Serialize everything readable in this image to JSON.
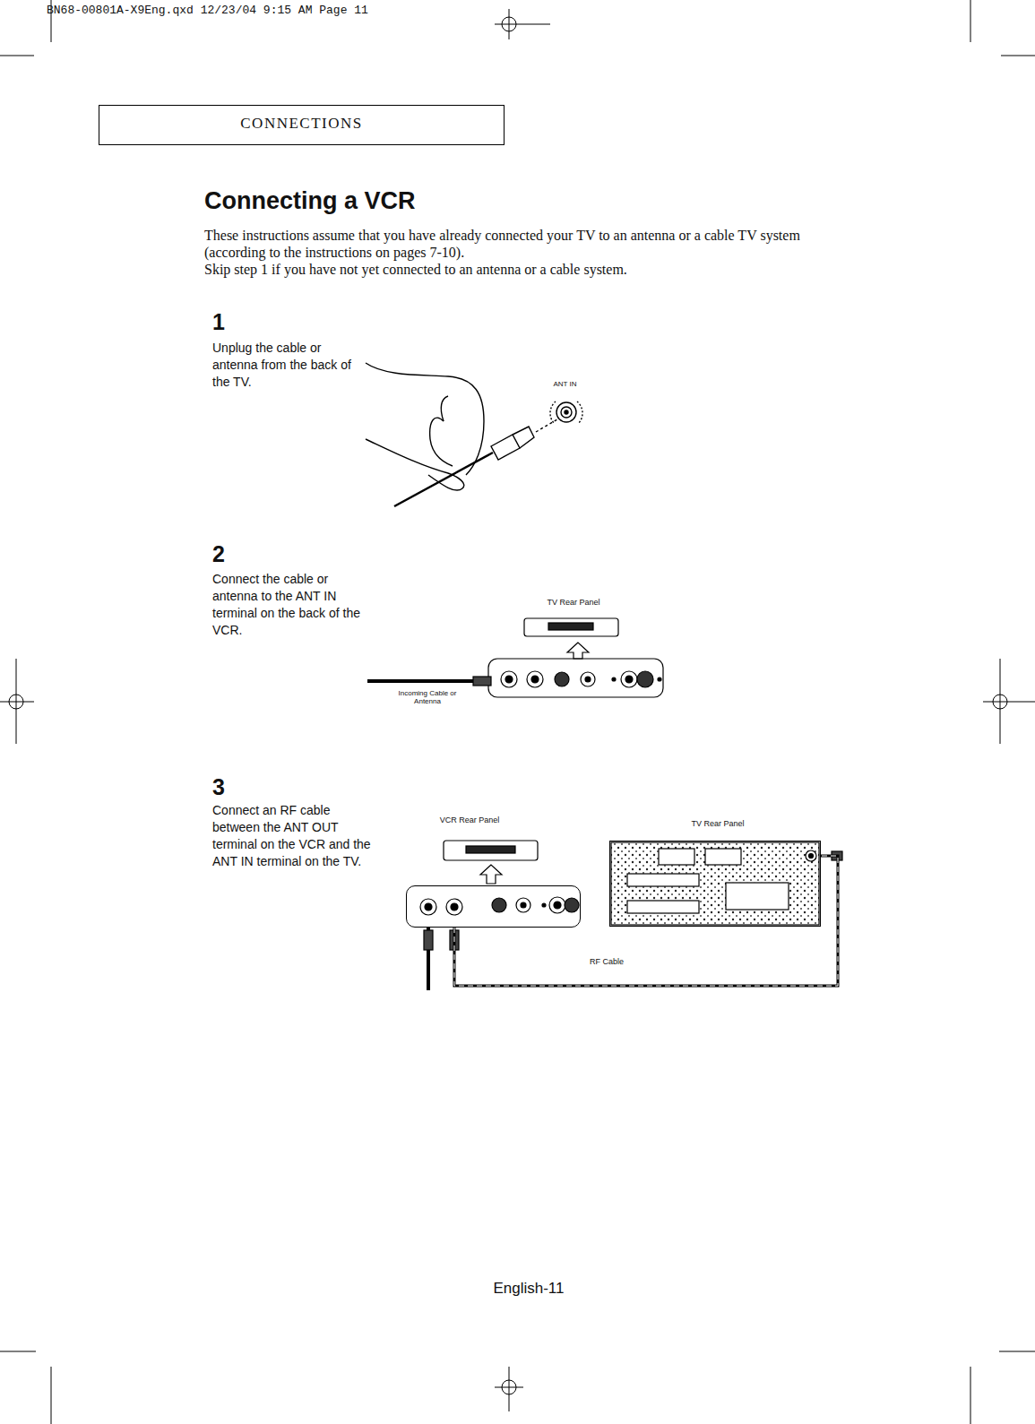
{
  "diagram": {
    "title": "Connecting a VCR",
    "nodes": [
      {
        "text": [
          "CONNECTIONS"
        ]
      },
      {
        "text": [
          "VCR Rear Panel"
        ]
      },
      {
        "text": [
          "TV Rear Panel"
        ]
      }
    ],
    "edges": [
      {
        "from": 1,
        "to": 2,
        "arrow": "none",
        "label": "RF Cable"
      }
    ],
    "labels": [
      "BN68-00801A-X9Eng.qxd 12/23/04 9:15 AM Page 11",
      "These instructions assume that you have already connected your TV to an antenna or a cable TV system (according to the instructions on pages 7-10).",
      "Skip step 1 if you have not yet connected to an antenna or a cable system.",
      "1",
      "Unplug the cable or antenna from the back of the TV.",
      "ANT IN",
      "2",
      "Connect the cable or antenna to the ANT IN terminal on the back of the VCR.",
      "TV Rear Panel",
      "Incoming Cable or Antenna",
      "3",
      "Connect an RF cable between the ANT OUT terminal on the VCR and the ANT IN terminal on the TV.",
      "English-11"
    ]
  }
}
